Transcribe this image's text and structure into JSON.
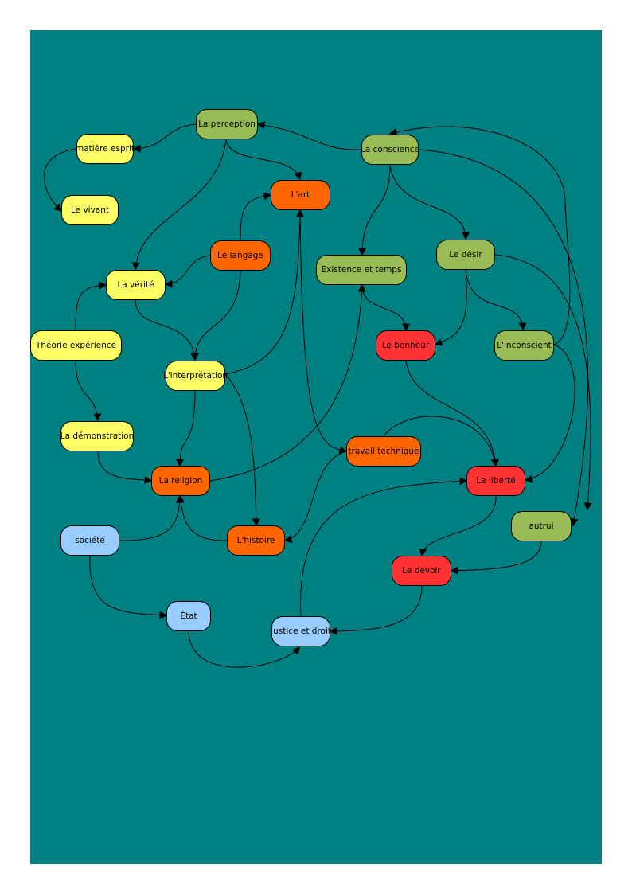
{
  "colors": {
    "background": "#008080",
    "yellow": "#ffff66",
    "green": "#99bb55",
    "orange": "#ff6600",
    "red": "#ff3333",
    "blue": "#99ccff",
    "edge": "#000000"
  },
  "nodes": {
    "perception": {
      "label": "La perception",
      "color": "green"
    },
    "conscience": {
      "label": "La conscience",
      "color": "green"
    },
    "matiere": {
      "label": "matière esprit",
      "color": "yellow"
    },
    "vivant": {
      "label": "Le vivant",
      "color": "yellow"
    },
    "art": {
      "label": "L'art",
      "color": "orange"
    },
    "langage": {
      "label": "Le langage",
      "color": "orange"
    },
    "verite": {
      "label": "La vérité",
      "color": "yellow"
    },
    "existence": {
      "label": "Existence et temps",
      "color": "green"
    },
    "desir": {
      "label": "Le désir",
      "color": "green"
    },
    "theorie": {
      "label": "Théorie expérience",
      "color": "yellow"
    },
    "interpretation": {
      "label": "L'interprétation",
      "color": "yellow"
    },
    "bonheur": {
      "label": "Le bonheur",
      "color": "red"
    },
    "inconscient": {
      "label": "L'inconscient",
      "color": "green"
    },
    "demonstration": {
      "label": "La démonstration",
      "color": "yellow"
    },
    "travail": {
      "label": "travail technique",
      "color": "orange"
    },
    "religion": {
      "label": "La religion",
      "color": "orange"
    },
    "liberte": {
      "label": "La liberté",
      "color": "red"
    },
    "societe": {
      "label": "société",
      "color": "blue"
    },
    "histoire": {
      "label": "L'histoire",
      "color": "orange"
    },
    "autrui": {
      "label": "autrui",
      "color": "green"
    },
    "devoir": {
      "label": "Le devoir",
      "color": "red"
    },
    "etat": {
      "label": "État",
      "color": "blue"
    },
    "justice": {
      "label": "Justice et droit",
      "color": "blue"
    }
  },
  "edges": [
    [
      "conscience",
      "perception"
    ],
    [
      "perception",
      "matiere"
    ],
    [
      "matiere",
      "vivant"
    ],
    [
      "perception",
      "art"
    ],
    [
      "perception",
      "verite"
    ],
    [
      "langage",
      "art"
    ],
    [
      "langage",
      "verite"
    ],
    [
      "langage",
      "interpretation"
    ],
    [
      "conscience",
      "existence"
    ],
    [
      "conscience",
      "desir"
    ],
    [
      "conscience",
      "autrui"
    ],
    [
      "inconscient",
      "conscience"
    ],
    [
      "existence",
      "bonheur"
    ],
    [
      "desir",
      "bonheur"
    ],
    [
      "desir",
      "inconscient"
    ],
    [
      "desir",
      "autrui"
    ],
    [
      "theorie",
      "verite"
    ],
    [
      "theorie",
      "demonstration"
    ],
    [
      "verite",
      "interpretation"
    ],
    [
      "interpretation",
      "art"
    ],
    [
      "interpretation",
      "religion"
    ],
    [
      "interpretation",
      "histoire"
    ],
    [
      "demonstration",
      "religion"
    ],
    [
      "religion",
      "existence"
    ],
    [
      "art",
      "travail"
    ],
    [
      "travail",
      "liberte"
    ],
    [
      "travail",
      "histoire"
    ],
    [
      "bonheur",
      "liberte"
    ],
    [
      "inconscient",
      "liberte"
    ],
    [
      "societe",
      "religion"
    ],
    [
      "societe",
      "etat"
    ],
    [
      "histoire",
      "religion"
    ],
    [
      "liberte",
      "devoir"
    ],
    [
      "autrui",
      "devoir"
    ],
    [
      "devoir",
      "justice"
    ],
    [
      "justice",
      "liberte"
    ],
    [
      "etat",
      "justice"
    ]
  ]
}
